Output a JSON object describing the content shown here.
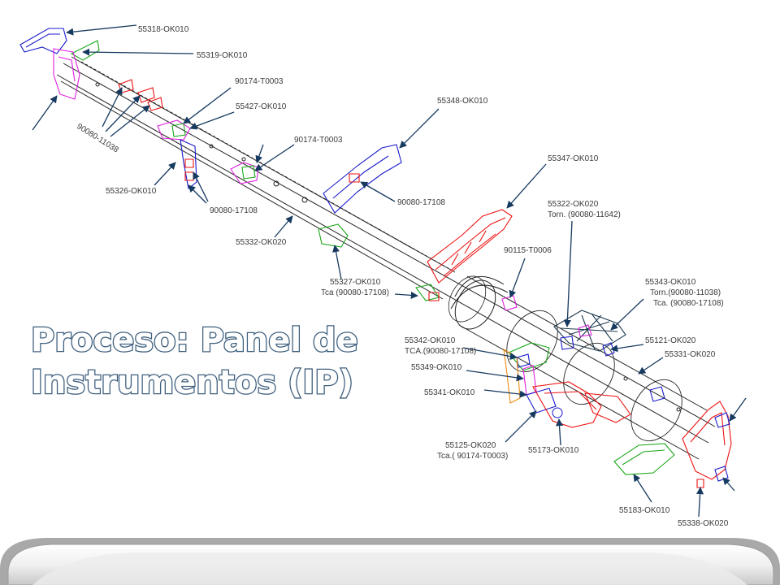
{
  "title": {
    "line1": "Proceso: Panel de",
    "line2": "Instrumentos (IP)"
  },
  "labels": {
    "l55318": "55318-OK010",
    "l55319": "55319-OK010",
    "l90174a": "90174-T0003",
    "l55427": "55427-OK010",
    "l90080_11038": "90080-11038",
    "l90174b": "90174-T0003",
    "l55348": "55348-OK010",
    "l55347": "55347-OK010",
    "l55326": "55326-OK010",
    "l90080_17108a": "90080-17108",
    "l90080_17108b": "90080-17108",
    "l55322_1": "55322-OK020",
    "l55322_2": "Torn. (90080-11642)",
    "l55332": "55332-OK020",
    "l90115": "90115-T0006",
    "l55327_1": "55327-OK010",
    "l55327_2": "Tca (90080-17108)",
    "l55343_1": "55343-OK010",
    "l55343_2": "Torn.(90080-11038)",
    "l55343_3": "Tca. (90080-17108)",
    "l55342_1": "55342-OK010",
    "l55342_2": "TCA.(90080-17108)",
    "l55121": "55121-OK020",
    "l55331": "55331-OK020",
    "l55349": "55349-OK010",
    "l55341": "55341-OK010",
    "l55125_1": "55125-OK020",
    "l55125_2": "Tca.( 90174-T0003)",
    "l55173": "55173-OK010",
    "l55183": "55183-OK010",
    "l55338": "55338-OK020"
  },
  "colors": {
    "title_fill": "#ffffff",
    "title_outline": "#3f5f7e",
    "leader": "#16395f",
    "part_blue": "#1a1acc",
    "part_magenta": "#e020e0",
    "part_green": "#1aa81a",
    "part_red": "#ee1111",
    "part_orange": "#f08a10",
    "frame_dark": "#1e3a4e"
  }
}
